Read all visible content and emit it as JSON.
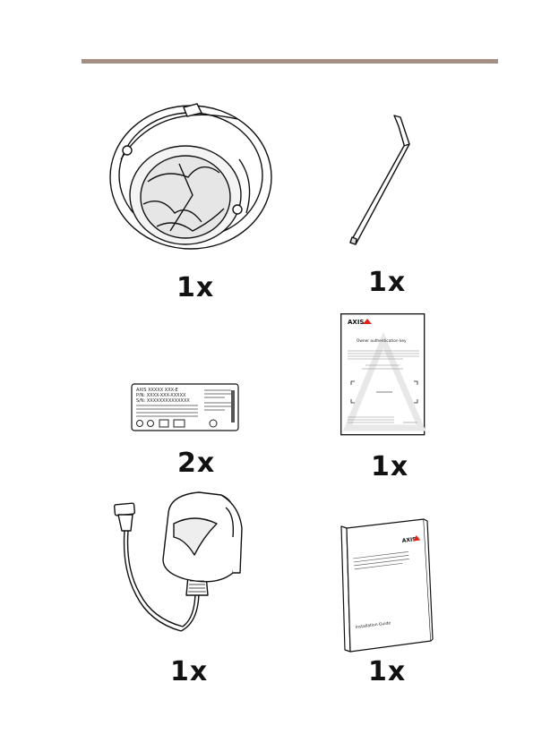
{
  "items": [
    {
      "name": "dome-camera",
      "quantity": "1x"
    },
    {
      "name": "allen-key",
      "quantity": "1x"
    },
    {
      "name": "serial-labels",
      "quantity": "2x"
    },
    {
      "name": "owner-authentication-key",
      "quantity": "1x"
    },
    {
      "name": "power-adapter",
      "quantity": "1x"
    },
    {
      "name": "installation-guide",
      "quantity": "1x"
    }
  ],
  "label_sheet": {
    "line1": "AXIS XXXXX XXX-E",
    "line2": "P/N: XXXX-XXX-XXXXX",
    "line3": "S/N: XXXXXXXXXXXXXX"
  },
  "auth_key": {
    "brand": "AXIS",
    "title": "Owner authentication key"
  },
  "guide": {
    "brand": "AXIS",
    "title": "Installation Guide"
  },
  "colors": {
    "rule": "#a38f84",
    "accent": "#e2231a"
  }
}
